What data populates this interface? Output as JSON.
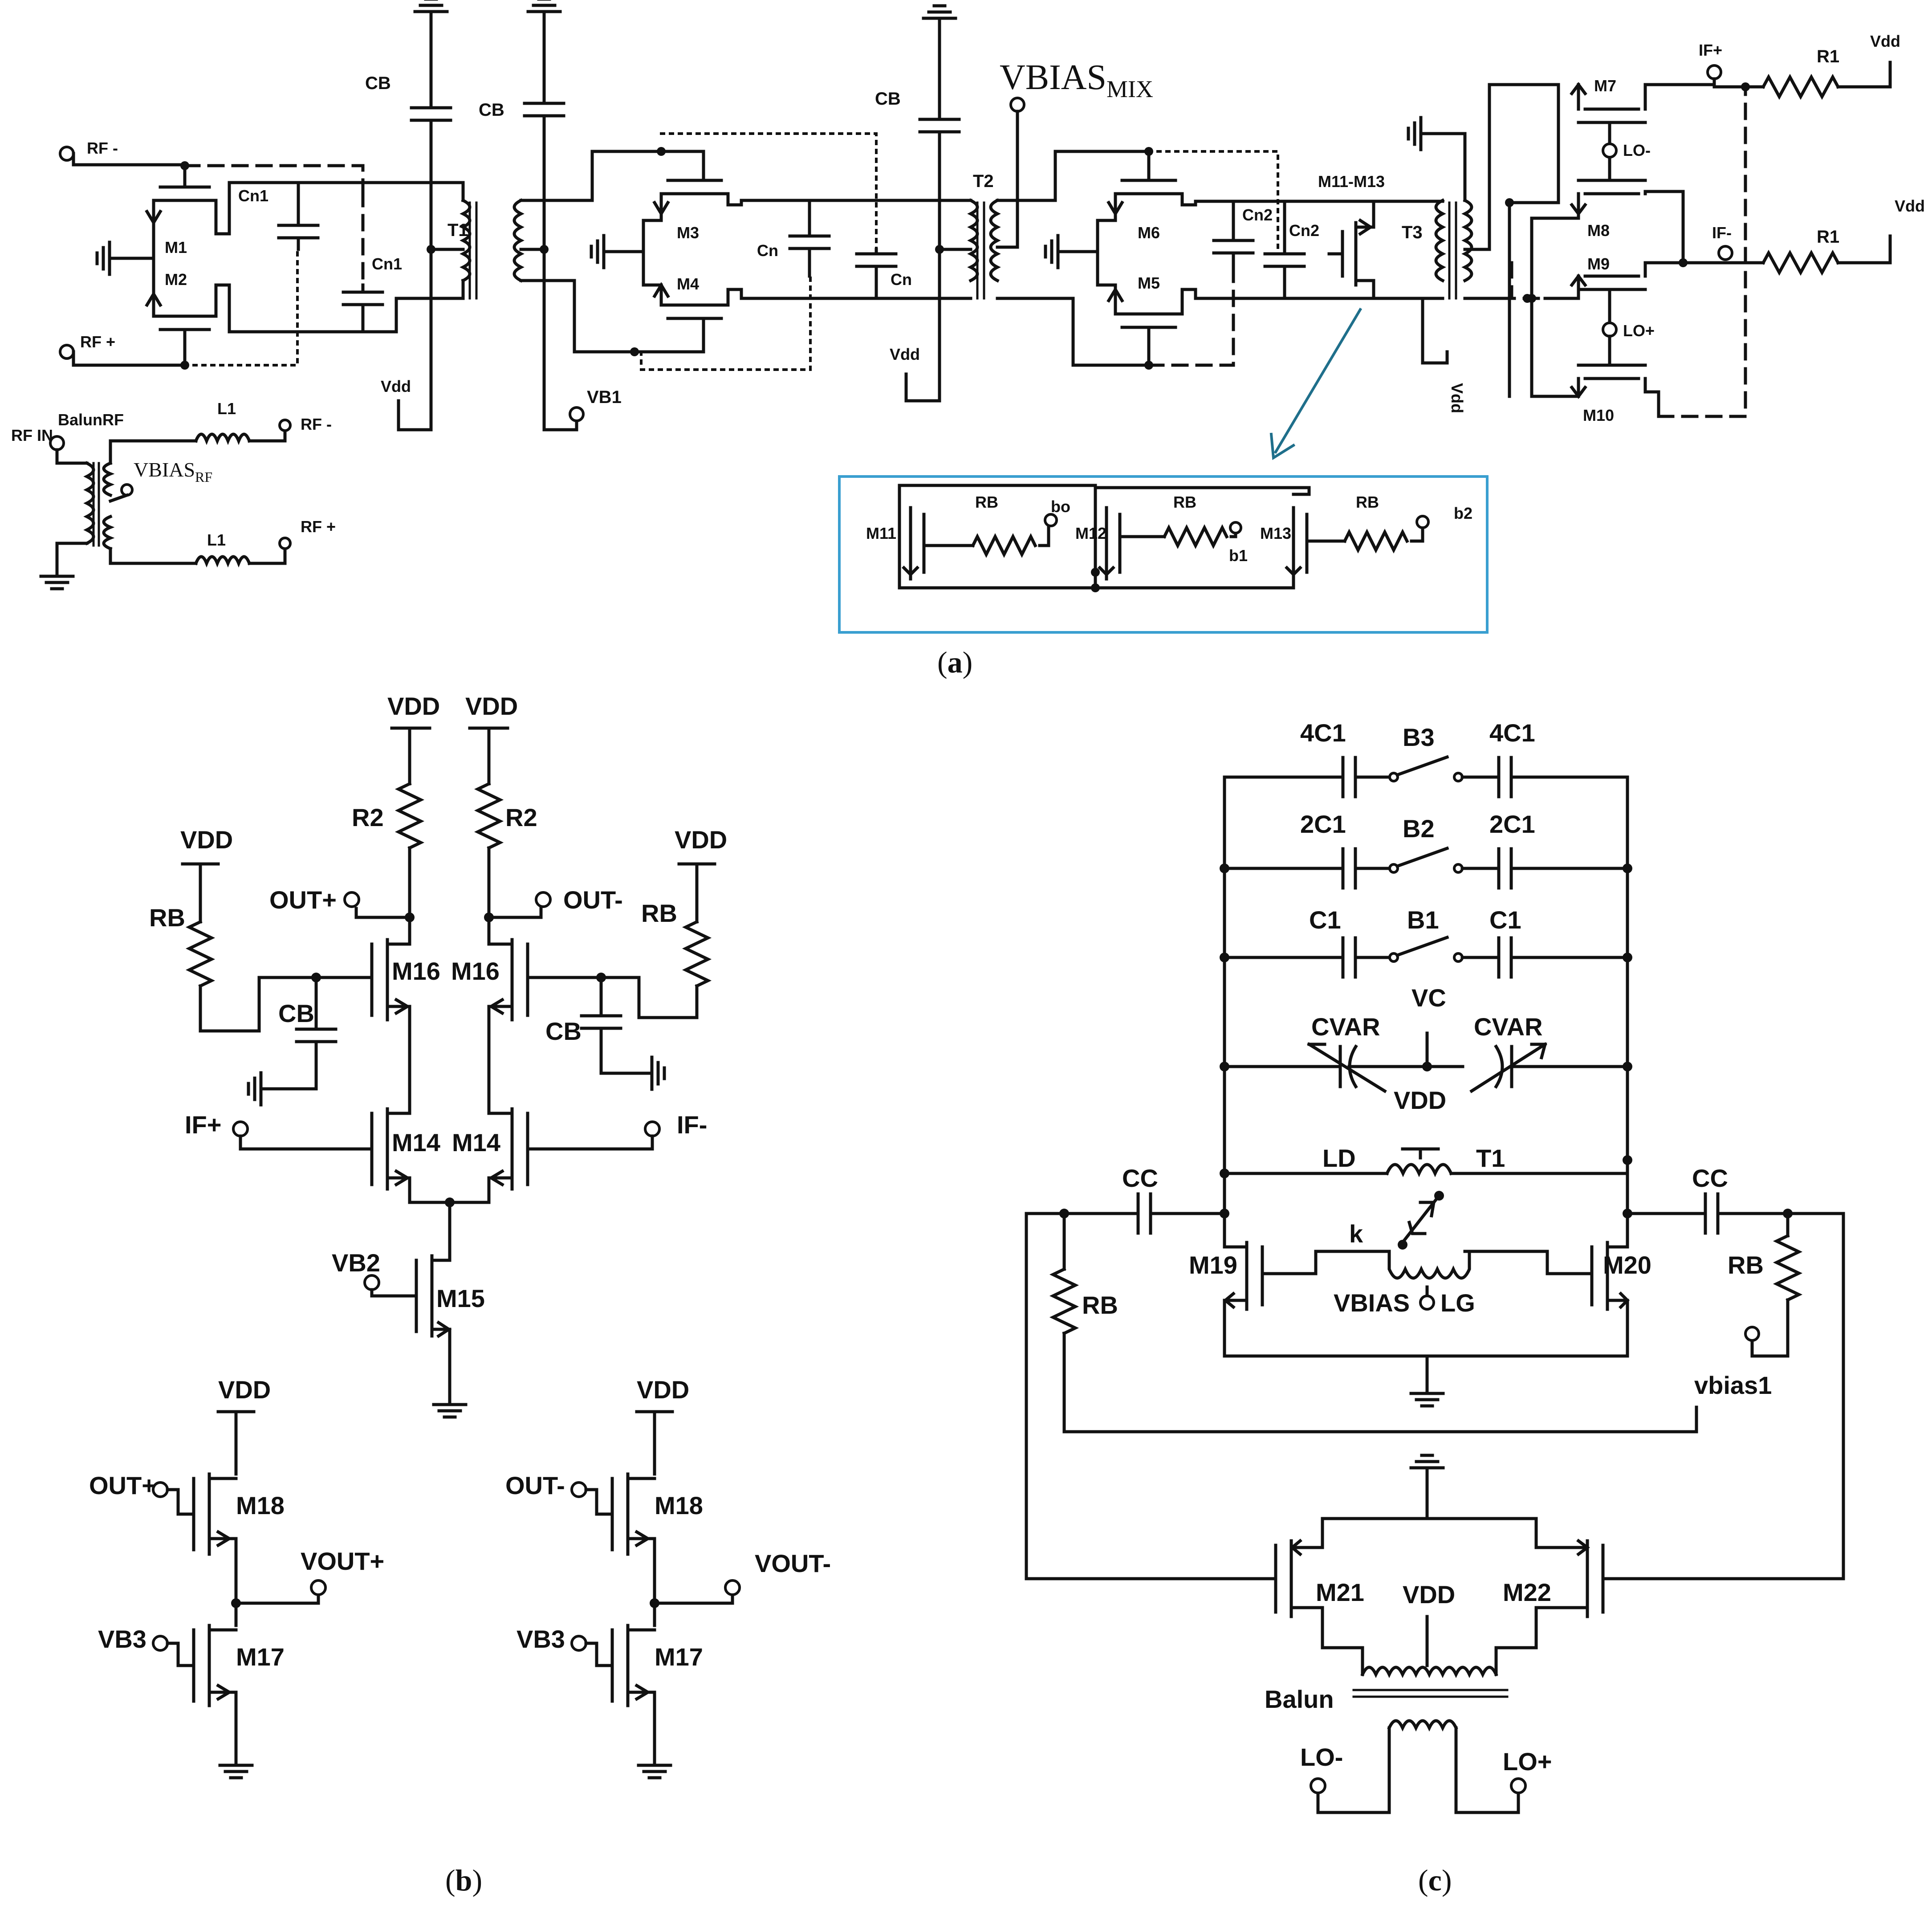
{
  "captions": {
    "a": "a",
    "b": "b",
    "c": "c"
  },
  "a": {
    "rf_minus": "RF -",
    "rf_plus": "RF +",
    "m1": "M1",
    "m2": "M2",
    "m3": "M3",
    "m4": "M4",
    "m5": "M5",
    "m6": "M6",
    "m7": "M7",
    "m8": "M8",
    "m9": "M9",
    "m10": "M10",
    "m11_m13": "M11-M13",
    "cn1": "Cn1",
    "cn": "Cn",
    "cn2": "Cn2",
    "cb": "CB",
    "t1": "T1",
    "t2": "T2",
    "t3": "T3",
    "vdd": "Vdd",
    "vb1": "VB1",
    "vbias_mix": "VBIAS",
    "vbias_mix_sub": "MIX",
    "if_plus": "IF+",
    "if_minus": "IF-",
    "lo_minus": "LO-",
    "lo_plus": "LO+",
    "r1": "R1",
    "rf_in": "RF IN",
    "balun_rf": "BalunRF",
    "l1": "L1",
    "vbias_rf": "VBIAS",
    "vbias_rf_sub": "RF",
    "inset": {
      "m11": "M11",
      "m12": "M12",
      "m13": "M13",
      "rb": "RB",
      "bo": "bo",
      "b1": "b1",
      "b2": "b2"
    }
  },
  "b": {
    "vdd": "VDD",
    "r2": "R2",
    "rb": "RB",
    "cb": "CB",
    "out_plus": "OUT+",
    "out_minus": "OUT-",
    "m16": "M16",
    "m14": "M14",
    "m15": "M15",
    "m17": "M17",
    "m18": "M18",
    "if_plus": "IF+",
    "if_minus": "IF-",
    "vb2": "VB2",
    "vb3": "VB3",
    "vout_plus": "VOUT+",
    "vout_minus": "VOUT-"
  },
  "c": {
    "c4": "4C1",
    "c2": "2C1",
    "c1": "C1",
    "b3": "B3",
    "b2": "B2",
    "b1": "B1",
    "vc": "VC",
    "cvar": "CVAR",
    "vdd": "VDD",
    "ld": "LD",
    "t1": "T1",
    "cc": "CC",
    "k": "k",
    "m19": "M19",
    "m20": "M20",
    "rb": "RB",
    "vbias": "VBIAS",
    "lg": "LG",
    "vbias1": "vbias1",
    "m21": "M21",
    "m22": "M22",
    "balun": "Balun",
    "lo_minus": "LO-",
    "lo_plus": "LO+"
  }
}
